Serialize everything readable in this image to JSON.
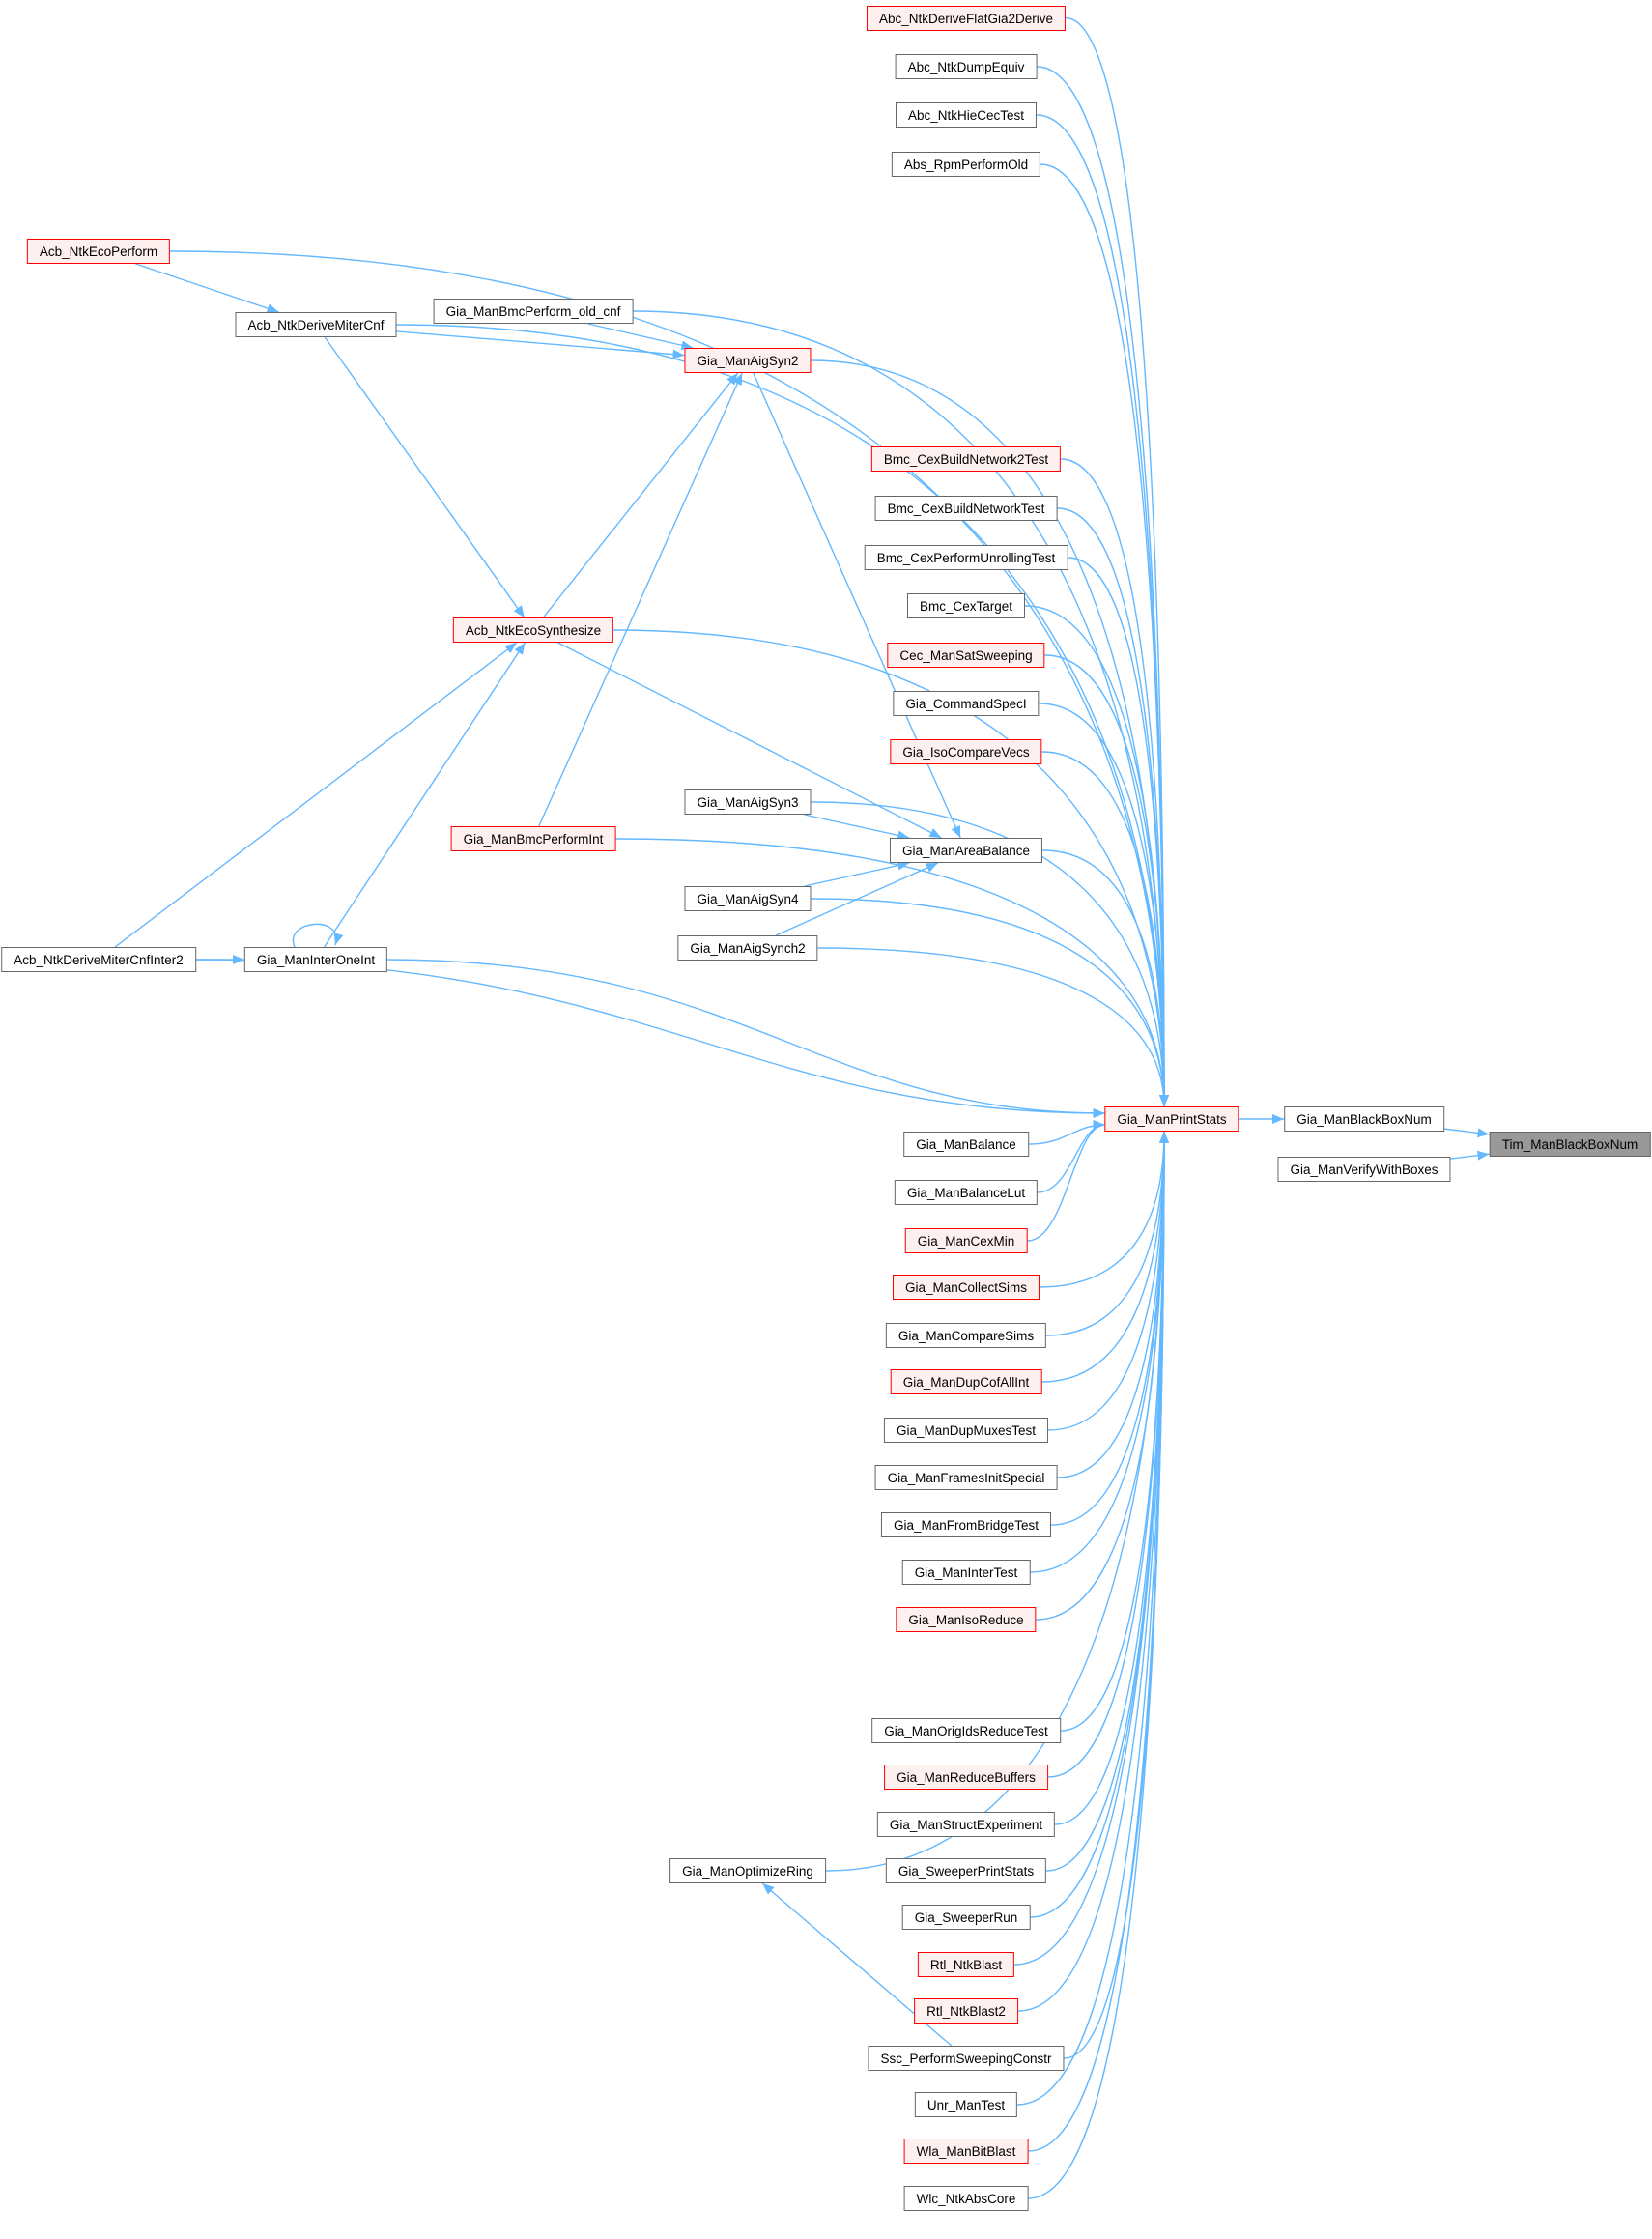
{
  "graph": {
    "kind": "caller graph",
    "colors": {
      "edge": "#63b8ff",
      "highlight_border": "#ff0000",
      "highlight_fill": "#fff0f0",
      "current_fill": "#999999",
      "node_border": "#666666"
    },
    "nodes": [
      {
        "label": "Abc_NtkDeriveFlatGia2Derive",
        "style": "highlight"
      },
      {
        "label": "Abc_NtkDumpEquiv",
        "style": "normal"
      },
      {
        "label": "Abc_NtkHieCecTest",
        "style": "normal"
      },
      {
        "label": "Abs_RpmPerformOld",
        "style": "normal"
      },
      {
        "label": "Acb_NtkEcoPerform",
        "style": "highlight"
      },
      {
        "label": "Acb_NtkDeriveMiterCnf",
        "style": "normal"
      },
      {
        "label": "Gia_ManBmcPerform_old_cnf",
        "style": "normal"
      },
      {
        "label": "Gia_ManAigSyn2",
        "style": "highlight"
      },
      {
        "label": "Bmc_CexBuildNetwork2Test",
        "style": "highlight"
      },
      {
        "label": "Bmc_CexBuildNetworkTest",
        "style": "normal"
      },
      {
        "label": "Bmc_CexPerformUnrollingTest",
        "style": "normal"
      },
      {
        "label": "Bmc_CexTarget",
        "style": "normal"
      },
      {
        "label": "Cec_ManSatSweeping",
        "style": "highlight"
      },
      {
        "label": "Acb_NtkEcoSynthesize",
        "style": "highlight"
      },
      {
        "label": "Gia_CommandSpecI",
        "style": "normal"
      },
      {
        "label": "Gia_IsoCompareVecs",
        "style": "highlight"
      },
      {
        "label": "Gia_ManAigSyn3",
        "style": "normal"
      },
      {
        "label": "Gia_ManAreaBalance",
        "style": "normal"
      },
      {
        "label": "Gia_ManBmcPerformInt",
        "style": "highlight"
      },
      {
        "label": "Gia_ManAigSyn4",
        "style": "normal"
      },
      {
        "label": "Gia_ManAigSynch2",
        "style": "normal"
      },
      {
        "label": "Acb_NtkDeriveMiterCnfInter2",
        "style": "normal"
      },
      {
        "label": "Gia_ManInterOneInt",
        "style": "normal"
      },
      {
        "label": "Gia_ManPrintStats",
        "style": "highlight"
      },
      {
        "label": "Gia_ManBlackBoxNum",
        "style": "normal"
      },
      {
        "label": "Tim_ManBlackBoxNum",
        "style": "current"
      },
      {
        "label": "Gia_ManVerifyWithBoxes",
        "style": "normal"
      },
      {
        "label": "Gia_ManBalance",
        "style": "normal"
      },
      {
        "label": "Gia_ManBalanceLut",
        "style": "normal"
      },
      {
        "label": "Gia_ManCexMin",
        "style": "highlight"
      },
      {
        "label": "Gia_ManCollectSims",
        "style": "highlight"
      },
      {
        "label": "Gia_ManCompareSims",
        "style": "normal"
      },
      {
        "label": "Gia_ManDupCofAllInt",
        "style": "highlight"
      },
      {
        "label": "Gia_ManDupMuxesTest",
        "style": "normal"
      },
      {
        "label": "Gia_ManFramesInitSpecial",
        "style": "normal"
      },
      {
        "label": "Gia_ManFromBridgeTest",
        "style": "normal"
      },
      {
        "label": "Gia_ManInterTest",
        "style": "normal"
      },
      {
        "label": "Gia_ManIsoReduce",
        "style": "highlight"
      },
      {
        "label": "Gia_ManOrigIdsReduceTest",
        "style": "normal"
      },
      {
        "label": "Gia_ManReduceBuffers",
        "style": "highlight"
      },
      {
        "label": "Gia_ManStructExperiment",
        "style": "normal"
      },
      {
        "label": "Gia_SweeperPrintStats",
        "style": "normal"
      },
      {
        "label": "Gia_SweeperRun",
        "style": "normal"
      },
      {
        "label": "Rtl_NtkBlast",
        "style": "highlight"
      },
      {
        "label": "Rtl_NtkBlast2",
        "style": "highlight"
      },
      {
        "label": "Ssc_PerformSweepingConstr",
        "style": "normal"
      },
      {
        "label": "Unr_ManTest",
        "style": "normal"
      },
      {
        "label": "Wla_ManBitBlast",
        "style": "highlight"
      },
      {
        "label": "Wlc_NtkAbsCore",
        "style": "normal"
      },
      {
        "label": "Gia_ManOptimizeRing",
        "style": "normal"
      }
    ],
    "edges": [
      [
        "Gia_ManPrintStats",
        "Gia_ManBlackBoxNum"
      ],
      [
        "Gia_ManBlackBoxNum",
        "Tim_ManBlackBoxNum"
      ],
      [
        "Gia_ManVerifyWithBoxes",
        "Tim_ManBlackBoxNum"
      ],
      [
        "Acb_NtkEcoPerform",
        "Acb_NtkDeriveMiterCnf"
      ],
      [
        "Acb_NtkDeriveMiterCnf",
        "Gia_ManAigSyn2"
      ],
      [
        "Acb_NtkDeriveMiterCnf",
        "Acb_NtkEcoSynthesize"
      ],
      [
        "Gia_ManBmcPerform_old_cnf",
        "Gia_ManAigSyn2"
      ],
      [
        "Acb_NtkEcoSynthesize",
        "Gia_ManAigSyn2"
      ],
      [
        "Acb_NtkEcoSynthesize",
        "Gia_ManAreaBalance"
      ],
      [
        "Gia_ManBmcPerformInt",
        "Gia_ManAigSyn2"
      ],
      [
        "Gia_ManAigSyn2",
        "Gia_ManAreaBalance"
      ],
      [
        "Gia_ManAigSyn3",
        "Gia_ManAreaBalance"
      ],
      [
        "Gia_ManAigSyn4",
        "Gia_ManAreaBalance"
      ],
      [
        "Gia_ManAigSynch2",
        "Gia_ManAreaBalance"
      ],
      [
        "Acb_NtkDeriveMiterCnfInter2",
        "Acb_NtkEcoSynthesize"
      ],
      [
        "Acb_NtkDeriveMiterCnfInter2",
        "Gia_ManInterOneInt"
      ],
      [
        "Gia_ManInterOneInt",
        "Acb_NtkEcoSynthesize"
      ],
      [
        "Gia_ManInterOneInt",
        "Gia_ManInterOneInt"
      ],
      [
        "Ssc_PerformSweepingConstr",
        "Gia_ManOptimizeRing"
      ],
      [
        "Abc_NtkDeriveFlatGia2Derive",
        "Gia_ManPrintStats"
      ],
      [
        "Abc_NtkDumpEquiv",
        "Gia_ManPrintStats"
      ],
      [
        "Abc_NtkHieCecTest",
        "Gia_ManPrintStats"
      ],
      [
        "Abs_RpmPerformOld",
        "Gia_ManPrintStats"
      ],
      [
        "Acb_NtkEcoPerform",
        "Gia_ManPrintStats"
      ],
      [
        "Acb_NtkDeriveMiterCnf",
        "Gia_ManPrintStats"
      ],
      [
        "Gia_ManBmcPerform_old_cnf",
        "Gia_ManPrintStats"
      ],
      [
        "Gia_ManAigSyn2",
        "Gia_ManPrintStats"
      ],
      [
        "Acb_NtkEcoSynthesize",
        "Gia_ManPrintStats"
      ],
      [
        "Bmc_CexBuildNetwork2Test",
        "Gia_ManPrintStats"
      ],
      [
        "Bmc_CexBuildNetworkTest",
        "Gia_ManPrintStats"
      ],
      [
        "Bmc_CexPerformUnrollingTest",
        "Gia_ManPrintStats"
      ],
      [
        "Bmc_CexTarget",
        "Gia_ManPrintStats"
      ],
      [
        "Cec_ManSatSweeping",
        "Gia_ManPrintStats"
      ],
      [
        "Gia_CommandSpecI",
        "Gia_ManPrintStats"
      ],
      [
        "Gia_IsoCompareVecs",
        "Gia_ManPrintStats"
      ],
      [
        "Gia_ManAigSyn3",
        "Gia_ManPrintStats"
      ],
      [
        "Gia_ManAreaBalance",
        "Gia_ManPrintStats"
      ],
      [
        "Gia_ManBmcPerformInt",
        "Gia_ManPrintStats"
      ],
      [
        "Gia_ManAigSyn4",
        "Gia_ManPrintStats"
      ],
      [
        "Gia_ManAigSynch2",
        "Gia_ManPrintStats"
      ],
      [
        "Acb_NtkDeriveMiterCnfInter2",
        "Gia_ManPrintStats"
      ],
      [
        "Gia_ManInterOneInt",
        "Gia_ManPrintStats"
      ],
      [
        "Gia_ManBalance",
        "Gia_ManPrintStats"
      ],
      [
        "Gia_ManBalanceLut",
        "Gia_ManPrintStats"
      ],
      [
        "Gia_ManCexMin",
        "Gia_ManPrintStats"
      ],
      [
        "Gia_ManCollectSims",
        "Gia_ManPrintStats"
      ],
      [
        "Gia_ManCompareSims",
        "Gia_ManPrintStats"
      ],
      [
        "Gia_ManDupCofAllInt",
        "Gia_ManPrintStats"
      ],
      [
        "Gia_ManDupMuxesTest",
        "Gia_ManPrintStats"
      ],
      [
        "Gia_ManFramesInitSpecial",
        "Gia_ManPrintStats"
      ],
      [
        "Gia_ManFromBridgeTest",
        "Gia_ManPrintStats"
      ],
      [
        "Gia_ManInterTest",
        "Gia_ManPrintStats"
      ],
      [
        "Gia_ManIsoReduce",
        "Gia_ManPrintStats"
      ],
      [
        "Gia_ManOptimizeRing",
        "Gia_ManPrintStats"
      ],
      [
        "Gia_ManOrigIdsReduceTest",
        "Gia_ManPrintStats"
      ],
      [
        "Gia_ManReduceBuffers",
        "Gia_ManPrintStats"
      ],
      [
        "Gia_ManStructExperiment",
        "Gia_ManPrintStats"
      ],
      [
        "Gia_SweeperPrintStats",
        "Gia_ManPrintStats"
      ],
      [
        "Gia_SweeperRun",
        "Gia_ManPrintStats"
      ],
      [
        "Rtl_NtkBlast",
        "Gia_ManPrintStats"
      ],
      [
        "Rtl_NtkBlast2",
        "Gia_ManPrintStats"
      ],
      [
        "Ssc_PerformSweepingConstr",
        "Gia_ManPrintStats"
      ],
      [
        "Unr_ManTest",
        "Gia_ManPrintStats"
      ],
      [
        "Wla_ManBitBlast",
        "Gia_ManPrintStats"
      ],
      [
        "Wlc_NtkAbsCore",
        "Gia_ManPrintStats"
      ]
    ]
  }
}
